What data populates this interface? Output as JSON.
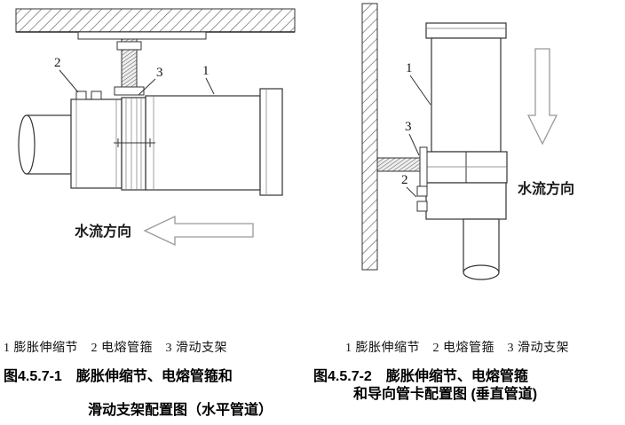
{
  "colors": {
    "background": "#ffffff",
    "line": "#333333",
    "arrow_outline": "#999999",
    "text": "#111111"
  },
  "fig_horizontal": {
    "label_1": "1",
    "label_2": "2",
    "label_3": "3",
    "flow_label": "水流方向",
    "legend": "1 膨胀伸缩节　2 电熔管箍　3 滑动支架",
    "title_line1": "图4.5.7-1　膨胀伸缩节、电熔管箍和",
    "title_line2": "滑动支架配置图（水平管道）"
  },
  "fig_vertical": {
    "label_1": "1",
    "label_2": "2",
    "label_3": "3",
    "flow_label": "水流方向",
    "legend": "1 膨胀伸缩节　2 电熔管箍　3 滑动支架",
    "title_line1": "图4.5.7-2　膨胀伸缩节、电熔管箍",
    "title_line2": "和导向管卡配置图 (垂直管道)"
  }
}
